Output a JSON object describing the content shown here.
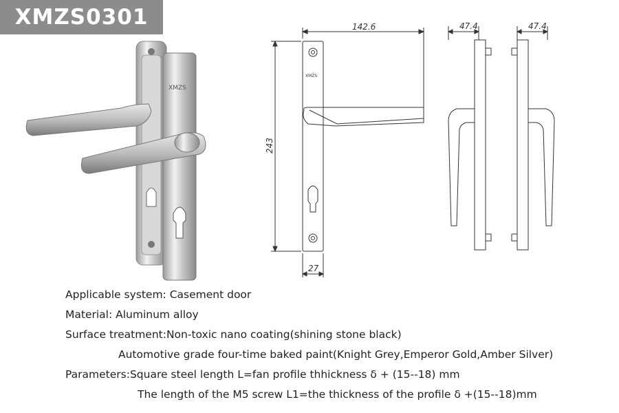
{
  "product": {
    "model": "XMZS0301"
  },
  "drawing": {
    "dim_width": "142.6",
    "dim_height": "243",
    "dim_plate_width": "27",
    "dim_side_a": "47.4",
    "dim_side_b": "47.4",
    "plate_brand": "XMZS"
  },
  "specs": {
    "applicable_system": "Applicable system: Casement door",
    "material": "Material: Aluminum alloy",
    "surface_treatment": "Surface treatment:Non-toxic nano coating(shining stone black)",
    "surface_treatment_2": "Automotive grade four-time baked paint(Knight Grey,Emperor Gold,Amber Silver)",
    "parameters": "Parameters:Square steel length L=fan profile thhickness δ + (15--18) mm",
    "parameters_2": "The length of the M5 screw L1=the thickness of the profile δ +(15--18)mm"
  },
  "colors": {
    "badge_bg": "#8c8c8c",
    "badge_text": "#ffffff",
    "line": "#333333"
  }
}
